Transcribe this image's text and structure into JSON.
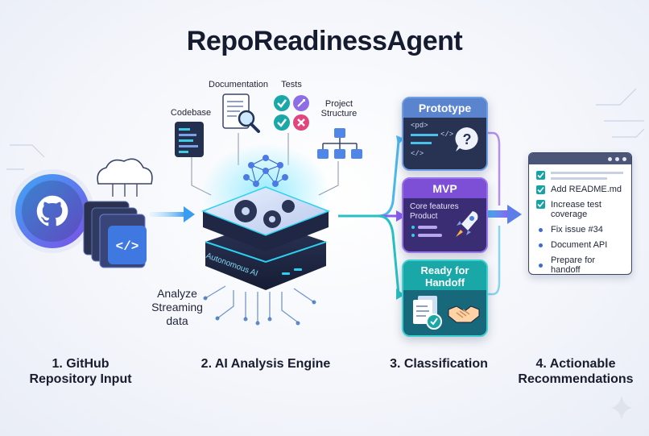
{
  "title": "RepoReadinessAgent",
  "inputs": {
    "codebase": "Codebase",
    "documentation": "Documentation",
    "tests": "Tests",
    "project_structure_line1": "Project",
    "project_structure_line2": "Structure"
  },
  "engine": {
    "chip_text": "Autonomous AI",
    "stream_line1": "Analyze",
    "stream_line2": "Streaming",
    "stream_line3": "data"
  },
  "cards": {
    "prototype": {
      "title": "Prototype",
      "code_tag": "<pd>",
      "code_close": "</>"
    },
    "mvp": {
      "title": "MVP",
      "line1": "Core features",
      "line2": "Product"
    },
    "handoff": {
      "title_line1": "Ready for",
      "title_line2": "Handoff"
    }
  },
  "recommendations": {
    "items": [
      {
        "text": "Add README.md",
        "type": "check"
      },
      {
        "text_line1": "Increase test",
        "text_line2": "coverage",
        "type": "check"
      },
      {
        "text": "Fix issue #34",
        "type": "dot"
      },
      {
        "text": "Document API",
        "type": "dot"
      },
      {
        "text": "Prepare for handoff",
        "type": "dot"
      }
    ]
  },
  "steps": {
    "step1_line1": "1. GitHub",
    "step1_line2": "Repository Input",
    "step2": "2. AI Analysis Engine",
    "step3": "3. Classification",
    "step4_line1": "4. Actionable",
    "step4_line2": "Recommendations"
  },
  "colors": {
    "prototype_head": "#5b84cf",
    "mvp_head": "#7c4fd6",
    "handoff_head": "#1aa7a8",
    "accent_cyan": "#2bc4e0",
    "accent_purple": "#7a4fe0"
  }
}
